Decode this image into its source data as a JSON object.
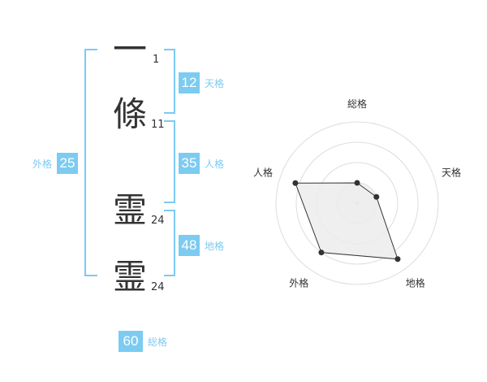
{
  "characters": [
    {
      "char": "一",
      "strokes": "1"
    },
    {
      "char": "條",
      "strokes": "11"
    },
    {
      "char": "霊",
      "strokes": "24"
    },
    {
      "char": "霊",
      "strokes": "24"
    }
  ],
  "fortunes": {
    "tenkaku": {
      "value": "12",
      "label": "天格"
    },
    "jinkaku": {
      "value": "35",
      "label": "人格"
    },
    "chikaku": {
      "value": "48",
      "label": "地格"
    },
    "gaikaku": {
      "value": "25",
      "label": "外格"
    },
    "soukaku": {
      "value": "60",
      "label": "総格"
    }
  },
  "chart_data": {
    "type": "radar",
    "axes": [
      "総格",
      "天格",
      "地格",
      "外格",
      "人格"
    ],
    "values": [
      0.25,
      0.25,
      0.85,
      0.75,
      0.8
    ],
    "rings": 4,
    "grid": true
  },
  "colors": {
    "accent": "#7ccbf1",
    "text": "#333333",
    "grid": "#dddddd",
    "fill": "#ececec"
  }
}
